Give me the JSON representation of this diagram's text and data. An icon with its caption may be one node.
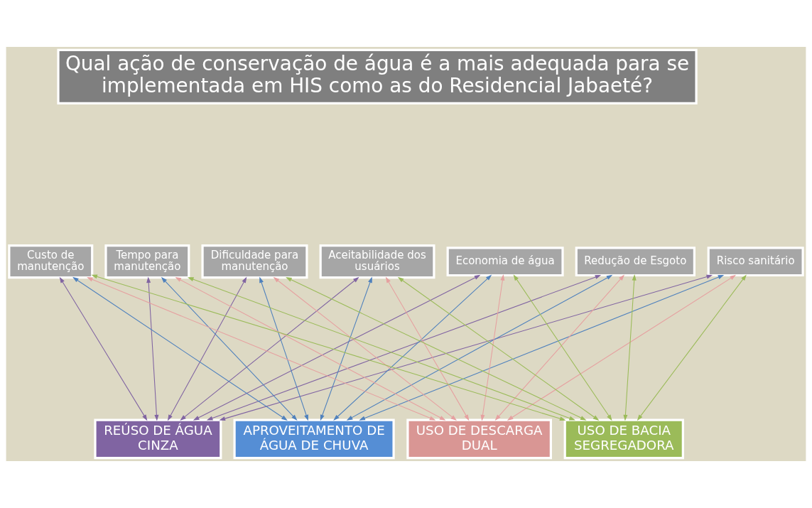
{
  "diagram": {
    "nodes": [
      {
        "text": [
          "Qual ação de conservação de água é a mais adequada para se implementada em HIS como as do Residencial Jabaeté?"
        ]
      },
      {
        "text": [
          "Custo de manutenção"
        ]
      },
      {
        "text": [
          "Tempo para manutenção"
        ]
      },
      {
        "text": [
          "Dificuldade para manutenção"
        ]
      },
      {
        "text": [
          "Aceitabilidade dos usuários"
        ]
      },
      {
        "text": [
          "Economia de água"
        ]
      },
      {
        "text": [
          "Redução de Esgoto"
        ]
      },
      {
        "text": [
          "Risco sanitário"
        ]
      },
      {
        "text": [
          "REÚSO DE ÁGUA CINZA"
        ]
      },
      {
        "text": [
          "APROVEITAMENTO DE ÁGUA DE CHUVA"
        ]
      },
      {
        "text": [
          "USO DE DESCARGA DUAL"
        ]
      },
      {
        "text": [
          "USO DE BACIA SEGREGADORA"
        ]
      }
    ],
    "edges": [
      {
        "from": 8,
        "to": 1,
        "arrow": "both",
        "color": "#8064a2"
      },
      {
        "from": 8,
        "to": 2,
        "arrow": "both",
        "color": "#8064a2"
      },
      {
        "from": 8,
        "to": 3,
        "arrow": "both",
        "color": "#8064a2"
      },
      {
        "from": 8,
        "to": 4,
        "arrow": "both",
        "color": "#8064a2"
      },
      {
        "from": 8,
        "to": 5,
        "arrow": "both",
        "color": "#8064a2"
      },
      {
        "from": 8,
        "to": 6,
        "arrow": "both",
        "color": "#8064a2"
      },
      {
        "from": 8,
        "to": 7,
        "arrow": "both",
        "color": "#8064a2"
      },
      {
        "from": 9,
        "to": 1,
        "arrow": "both",
        "color": "#4f81bd"
      },
      {
        "from": 9,
        "to": 2,
        "arrow": "both",
        "color": "#4f81bd"
      },
      {
        "from": 9,
        "to": 3,
        "arrow": "both",
        "color": "#4f81bd"
      },
      {
        "from": 9,
        "to": 4,
        "arrow": "both",
        "color": "#4f81bd"
      },
      {
        "from": 9,
        "to": 5,
        "arrow": "both",
        "color": "#4f81bd"
      },
      {
        "from": 9,
        "to": 6,
        "arrow": "both",
        "color": "#4f81bd"
      },
      {
        "from": 9,
        "to": 7,
        "arrow": "both",
        "color": "#4f81bd"
      },
      {
        "from": 10,
        "to": 1,
        "arrow": "both",
        "color": "#e6a0a0"
      },
      {
        "from": 10,
        "to": 2,
        "arrow": "both",
        "color": "#e6a0a0"
      },
      {
        "from": 10,
        "to": 3,
        "arrow": "both",
        "color": "#e6a0a0"
      },
      {
        "from": 10,
        "to": 4,
        "arrow": "both",
        "color": "#e6a0a0"
      },
      {
        "from": 10,
        "to": 5,
        "arrow": "both",
        "color": "#e6a0a0"
      },
      {
        "from": 10,
        "to": 6,
        "arrow": "both",
        "color": "#e6a0a0"
      },
      {
        "from": 10,
        "to": 7,
        "arrow": "both",
        "color": "#e6a0a0"
      },
      {
        "from": 11,
        "to": 1,
        "arrow": "both",
        "color": "#9bbb59"
      },
      {
        "from": 11,
        "to": 2,
        "arrow": "both",
        "color": "#9bbb59"
      },
      {
        "from": 11,
        "to": 3,
        "arrow": "both",
        "color": "#9bbb59"
      },
      {
        "from": 11,
        "to": 4,
        "arrow": "both",
        "color": "#9bbb59"
      },
      {
        "from": 11,
        "to": 5,
        "arrow": "both",
        "color": "#9bbb59"
      },
      {
        "from": 11,
        "to": 6,
        "arrow": "both",
        "color": "#9bbb59"
      },
      {
        "from": 11,
        "to": 7,
        "arrow": "both",
        "color": "#9bbb59"
      }
    ]
  }
}
